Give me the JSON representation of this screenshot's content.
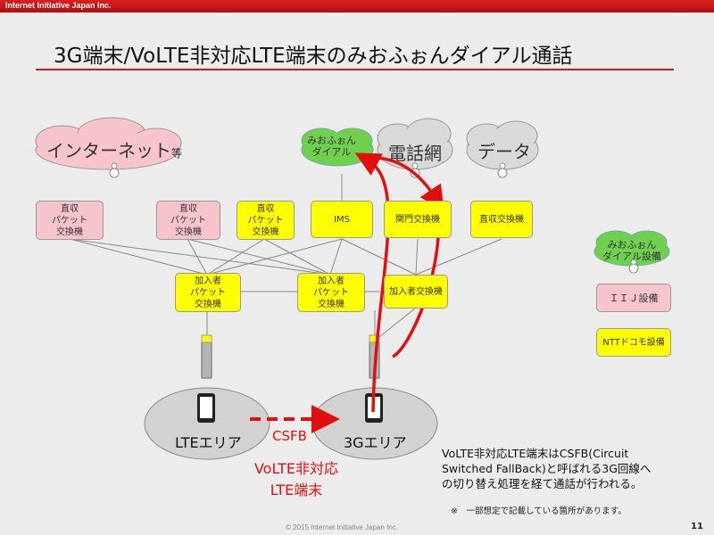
{
  "header": {
    "brand": "Internet Initiative Japan Inc."
  },
  "title": "3G端末/VoLTE非対応LTE端末のみおふぉんダイアル通話",
  "clouds": {
    "internet": "インターネット",
    "internet_suffix": "等",
    "mio": "みおふぉん\nダイアル",
    "phone": "電話網",
    "data": "データ"
  },
  "nodes": {
    "pkt_direct_1": "直収\nパケット\n交換機",
    "pkt_direct_2": "直収\nパケット\n交換機",
    "pkt_direct_3": "直収\nパケット\n交換機",
    "ims": "IMS",
    "gateway": "関門交換機",
    "direct_switch": "直収交換機",
    "sub_pkt_1": "加入者\nパケット\n交換機",
    "sub_pkt_2": "加入者\nパケット\n交換機",
    "sub_switch": "加入者交換機"
  },
  "legend": {
    "mio_label": "みおふぉん\nダイアル設備",
    "iij_label": "ＩＩＪ設備",
    "ntt_label": "NTTドコモ設備"
  },
  "areas": {
    "lte": "LTEエリア",
    "g3": "3Gエリア"
  },
  "csfb_label": "CSFB",
  "volte_label": "VoLTE非対応\nLTE端末",
  "note": "VoLTE非対応LTE端末はCSFB(Circuit\nSwitched FallBack)と呼ばれる3G回線へ\nの切り替え処理を経て通話が行われる。",
  "footnote": "※　一部想定で記載している箇所があります。",
  "footer": "© 2015  Internet Initiative Japan Inc.",
  "page_number": "11",
  "colors": {
    "red": "#e01010",
    "pink": "#f7c3cd",
    "yellow": "#ffff00",
    "green": "#6fd04f",
    "cloud": "#d9d9d9"
  }
}
